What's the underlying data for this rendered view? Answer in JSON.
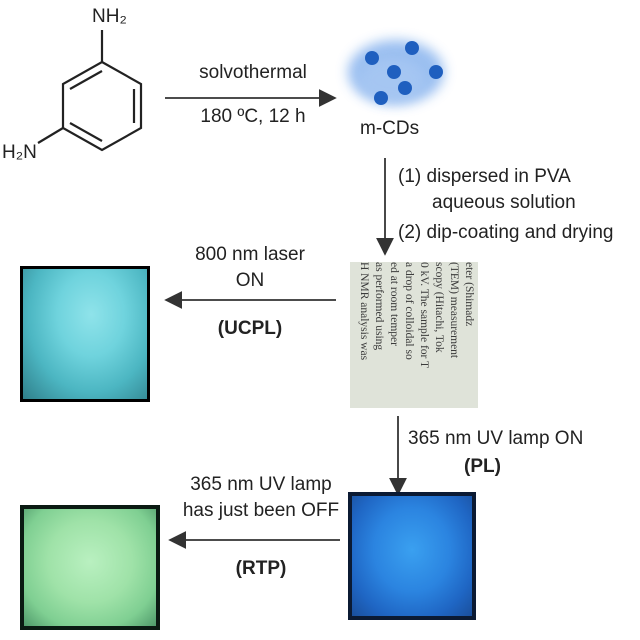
{
  "reactant": {
    "label_nh2_top": "NH₂",
    "label_h2n_left": "H₂N"
  },
  "step1": {
    "condition_top": "solvothermal",
    "condition_bottom": "180 ºC, 12 h"
  },
  "product": {
    "label": "m-CDs"
  },
  "step2": {
    "line1": "(1)  dispersed in PVA",
    "line2": "aqueous solution",
    "line3": "(2) dip-coating and drying"
  },
  "ucpl": {
    "line1": "800 nm laser",
    "line2": "ON",
    "tag": "(UCPL)"
  },
  "pl": {
    "line1": "365 nm UV lamp ON",
    "tag": "(PL)"
  },
  "rtp": {
    "line1": "365 nm UV lamp",
    "line2": "has just been OFF",
    "tag": "(RTP)"
  },
  "film_text_lines": [
    "eter (Shimadz",
    "(TEM) measurement",
    "scopy (Hitachi, Tok",
    "0 kV. The sample for T",
    "a drop of colloidal so",
    "ed at room temper",
    "as performed using",
    "H NMR analysis was"
  ]
}
